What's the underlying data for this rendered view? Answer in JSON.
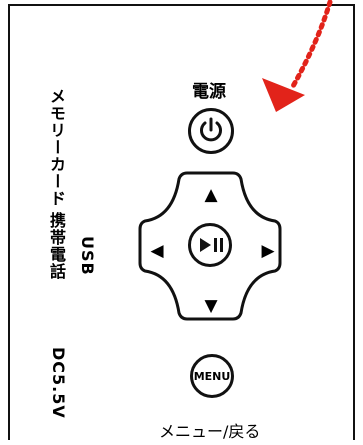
{
  "labels": {
    "power": "電源",
    "menu_button": "MENU",
    "menu_caption": "メニュー/戻る",
    "port_memory": "メモリーカード",
    "port_phone": "携帯電話",
    "port_usb": "USB",
    "port_dc": "DC5.5V"
  },
  "arrows": {
    "up": "▲",
    "down": "▼",
    "left": "◀",
    "right": "▶"
  },
  "icons": {
    "power": "power-icon",
    "play_pause": "play-pause-icon",
    "pointer": "pointer-arrow-icon"
  },
  "colors": {
    "accent": "#e2231a",
    "line": "#111111",
    "background": "#ffffff"
  }
}
